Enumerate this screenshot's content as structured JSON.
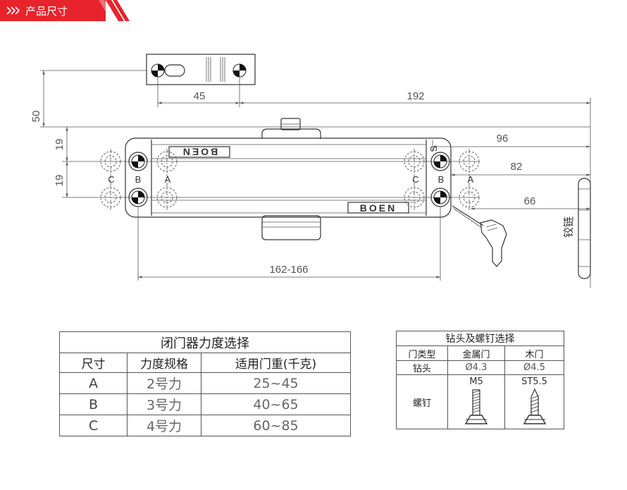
{
  "header": {
    "title": "产品尺寸",
    "icon": "triple-chevron-right-icon",
    "accent": "#e8232b"
  },
  "drawing": {
    "brand_top": "BOEN",
    "brand_bottom": "BOEN",
    "dim_45": "45",
    "dim_192": "192",
    "dim_50": "50",
    "dim_19_upper": "19",
    "dim_19_lower": "19",
    "dim_96": "96",
    "dim_82": "82",
    "dim_66": "66",
    "dim_span": "162-166",
    "left_holes": [
      "C",
      "B",
      "A"
    ],
    "right_holes": [
      "C",
      "B",
      "A"
    ],
    "side_mark": "S",
    "hinge_label": "铰链"
  },
  "force_table": {
    "title": "闭门器力度选择",
    "headers": [
      "尺寸",
      "力度规格",
      "适用门重(千克)"
    ],
    "rows": [
      [
        "A",
        "2号力",
        "25~45"
      ],
      [
        "B",
        "3号力",
        "40~65"
      ],
      [
        "C",
        "4号力",
        "60~85"
      ]
    ]
  },
  "screw_table": {
    "title": "钻头及螺钉选择",
    "headers": [
      "门类型",
      "金属门",
      "木门"
    ],
    "rows": [
      [
        "钻头",
        "Ø4.3",
        "Ø4.5"
      ],
      [
        "螺钉",
        "M5",
        "ST5.5"
      ]
    ]
  }
}
